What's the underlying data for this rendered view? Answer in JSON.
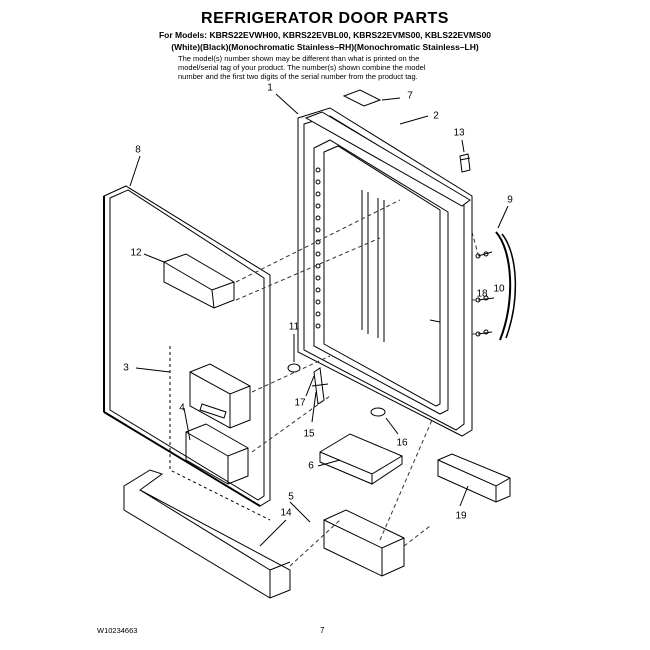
{
  "header": {
    "title": "REFRIGERATOR DOOR PARTS",
    "models_line": "For Models: KBRS22EVWH00, KBRS22EVBL00, KBRS22EVMS00, KBLS22EVMS00",
    "variants_line": "(White)(Black)(Monochromatic Stainless–RH)(Monochromatic Stainless–LH)",
    "note_lines": [
      "The model(s) number shown may be different than what is printed on the",
      "model/serial tag of your product. The number(s) shown combine the model",
      "number and the first two digits of the serial number from the product tag."
    ]
  },
  "callouts": [
    {
      "id": "1",
      "label": "1"
    },
    {
      "id": "7",
      "label": "7"
    },
    {
      "id": "2",
      "label": "2"
    },
    {
      "id": "13",
      "label": "13"
    },
    {
      "id": "8",
      "label": "8"
    },
    {
      "id": "9",
      "label": "9"
    },
    {
      "id": "12",
      "label": "12"
    },
    {
      "id": "18",
      "label": "18"
    },
    {
      "id": "10",
      "label": "10"
    },
    {
      "id": "11",
      "label": "11"
    },
    {
      "id": "3",
      "label": "3"
    },
    {
      "id": "17",
      "label": "17"
    },
    {
      "id": "4",
      "label": "4"
    },
    {
      "id": "15",
      "label": "15"
    },
    {
      "id": "16",
      "label": "16"
    },
    {
      "id": "6",
      "label": "6"
    },
    {
      "id": "5",
      "label": "5"
    },
    {
      "id": "14",
      "label": "14"
    },
    {
      "id": "19",
      "label": "19"
    }
  ],
  "footer": {
    "part_number": "W10234663",
    "page_number": "7"
  }
}
